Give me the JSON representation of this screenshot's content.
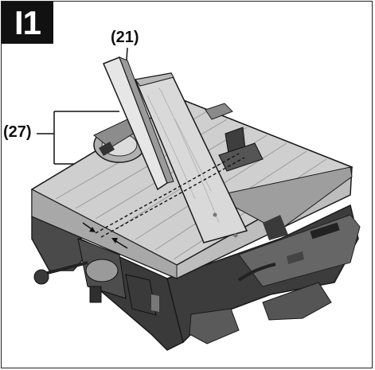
{
  "figure": {
    "label": "I1",
    "callouts": {
      "part_21": "(21)",
      "part_27": "(27)"
    },
    "colors": {
      "badge_background": "#111111",
      "badge_text": "#ffffff",
      "machine_dark": "#3a3a3a",
      "table_surface": "#c9c9c9",
      "wood": "#d8d8d8"
    },
    "icons": [
      "tile-saw-illustration",
      "measurement-arrow-icon"
    ]
  }
}
